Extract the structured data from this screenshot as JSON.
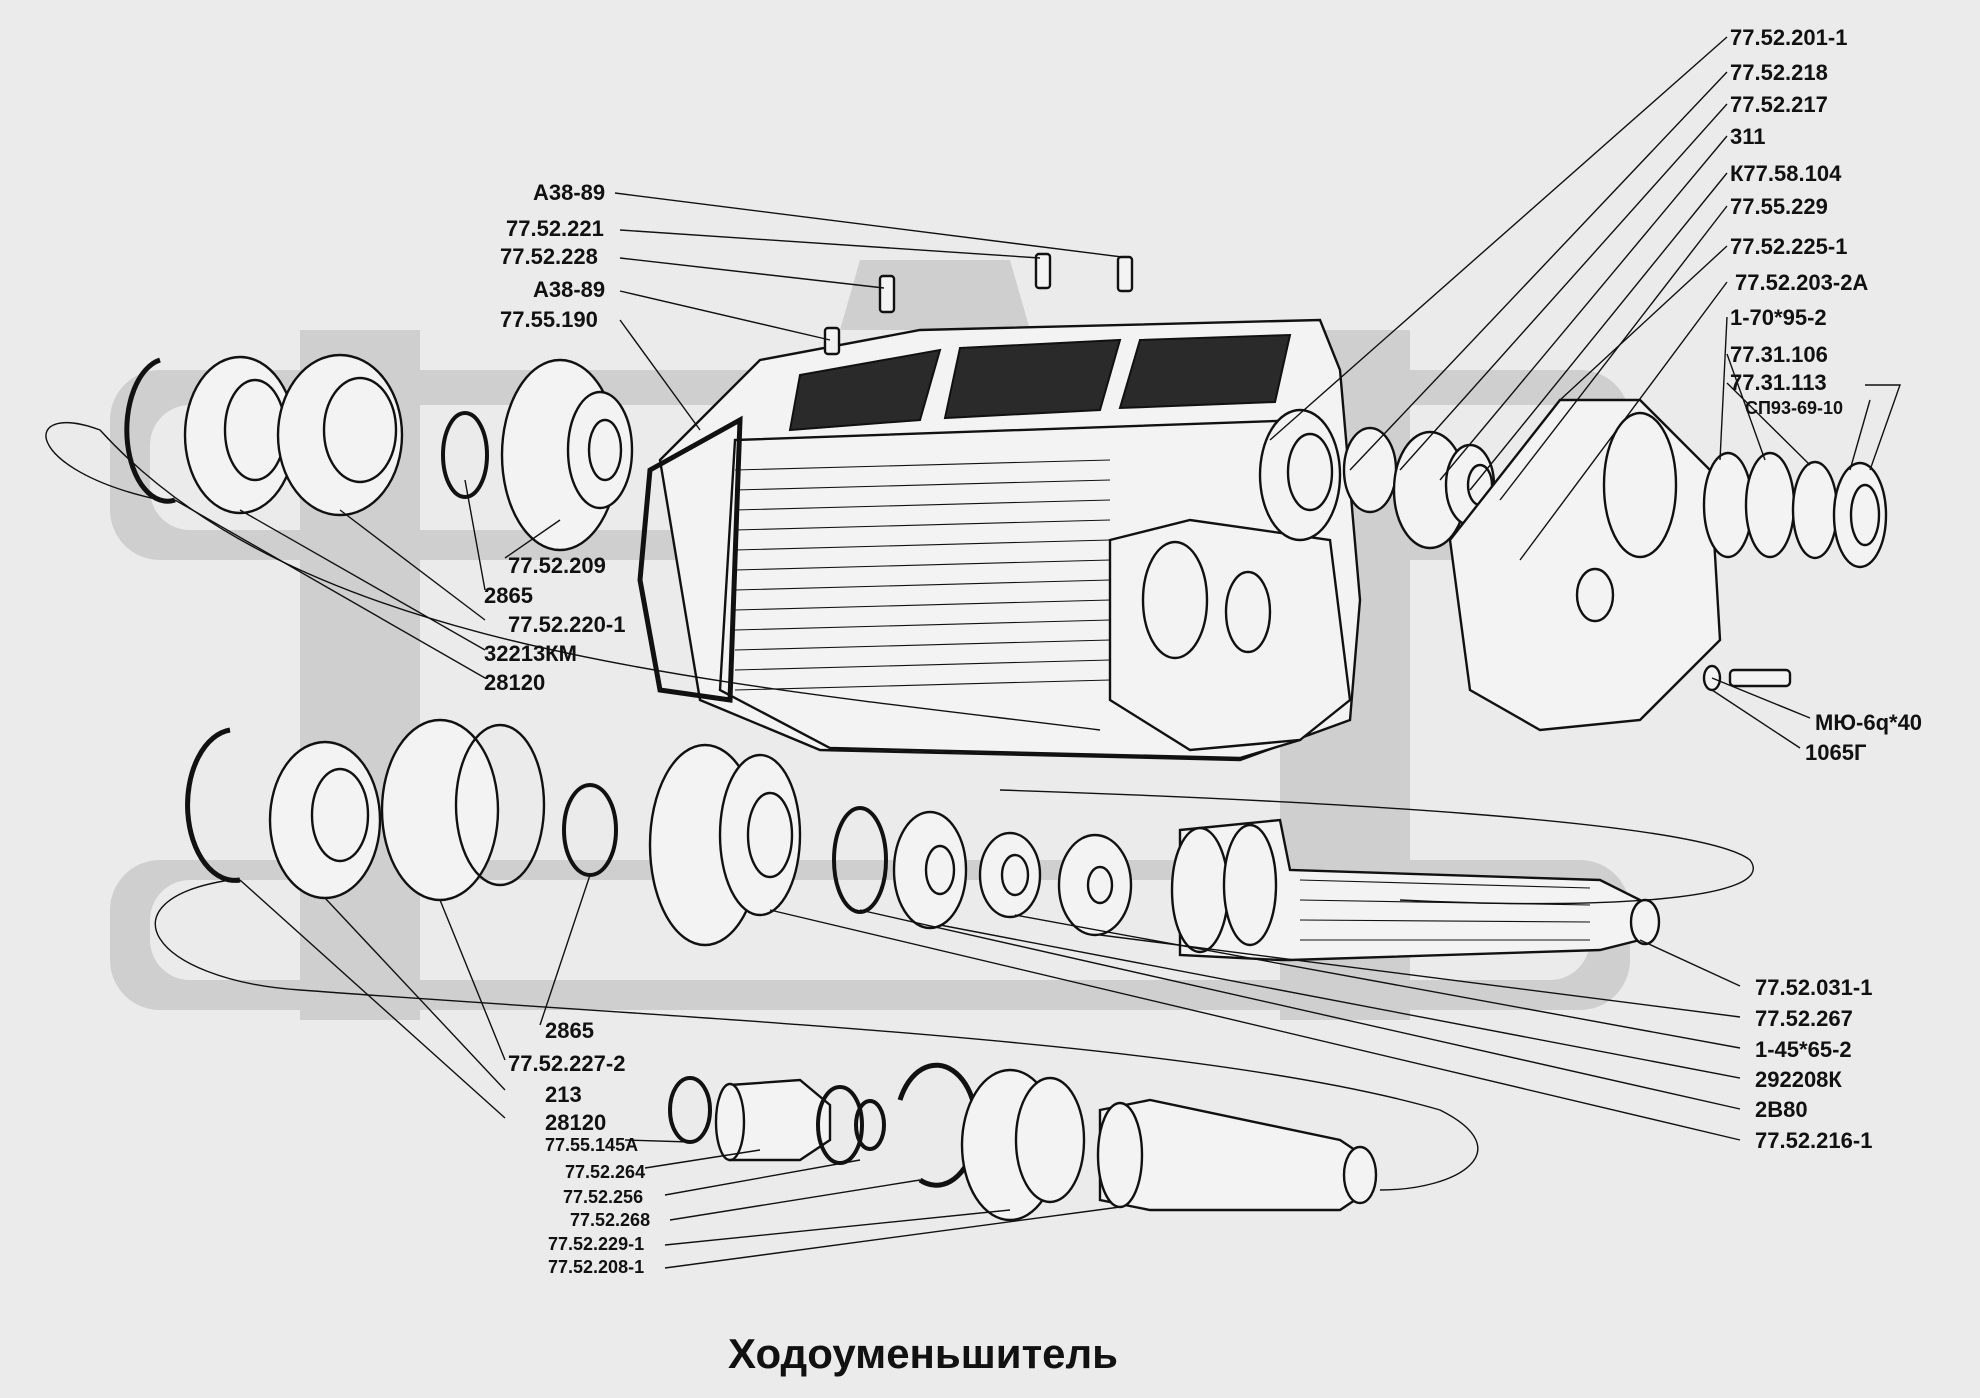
{
  "title": "Ходоуменьшитель",
  "labels": {
    "p77_52_201_1": "77.52.201-1",
    "p77_52_218": "77.52.218",
    "p77_52_217": "77.52.217",
    "p311": "311",
    "pK77_58_104": "К77.58.104",
    "p77_55_229": "77.55.229",
    "p77_52_225_1": "77.52.225-1",
    "p77_52_203_2A": "77.52.203-2А",
    "p1_70_95_2": "1-70*95-2",
    "p77_31_106": "77.31.106",
    "p77_31_113": "77.31.113",
    "pSP93_69_10": "СП93-69-10",
    "pA38_89_top": "А38-89",
    "p77_52_221": "77.52.221",
    "p77_52_228": "77.52.228",
    "pA38_89_mid": "А38-89",
    "p77_55_190": "77.55.190",
    "p77_52_209": "77.52.209",
    "p2865_top": "2865",
    "p77_52_220_1": "77.52.220-1",
    "p32213KM": "32213КМ",
    "p28120_top": "28120",
    "pMU_6q_40": "МЮ-6q*40",
    "p1065G": "1065Г",
    "p77_52_031_1": "77.52.031-1",
    "p77_52_267": "77.52.267",
    "p1_45_65_2": "1-45*65-2",
    "p292208K": "292208К",
    "p2B80": "2В80",
    "p77_52_216_1": "77.52.216-1",
    "p2865_bot": "2865",
    "p77_52_227_2": "77.52.227-2",
    "p213": "213",
    "p28120_bot": "28120",
    "p77_55_145A": "77.55.145А",
    "p77_52_264": "77.52.264",
    "p77_52_256": "77.52.256",
    "p77_52_268": "77.52.268",
    "p77_52_229_1": "77.52.229-1",
    "p77_52_208_1": "77.52.208-1"
  }
}
